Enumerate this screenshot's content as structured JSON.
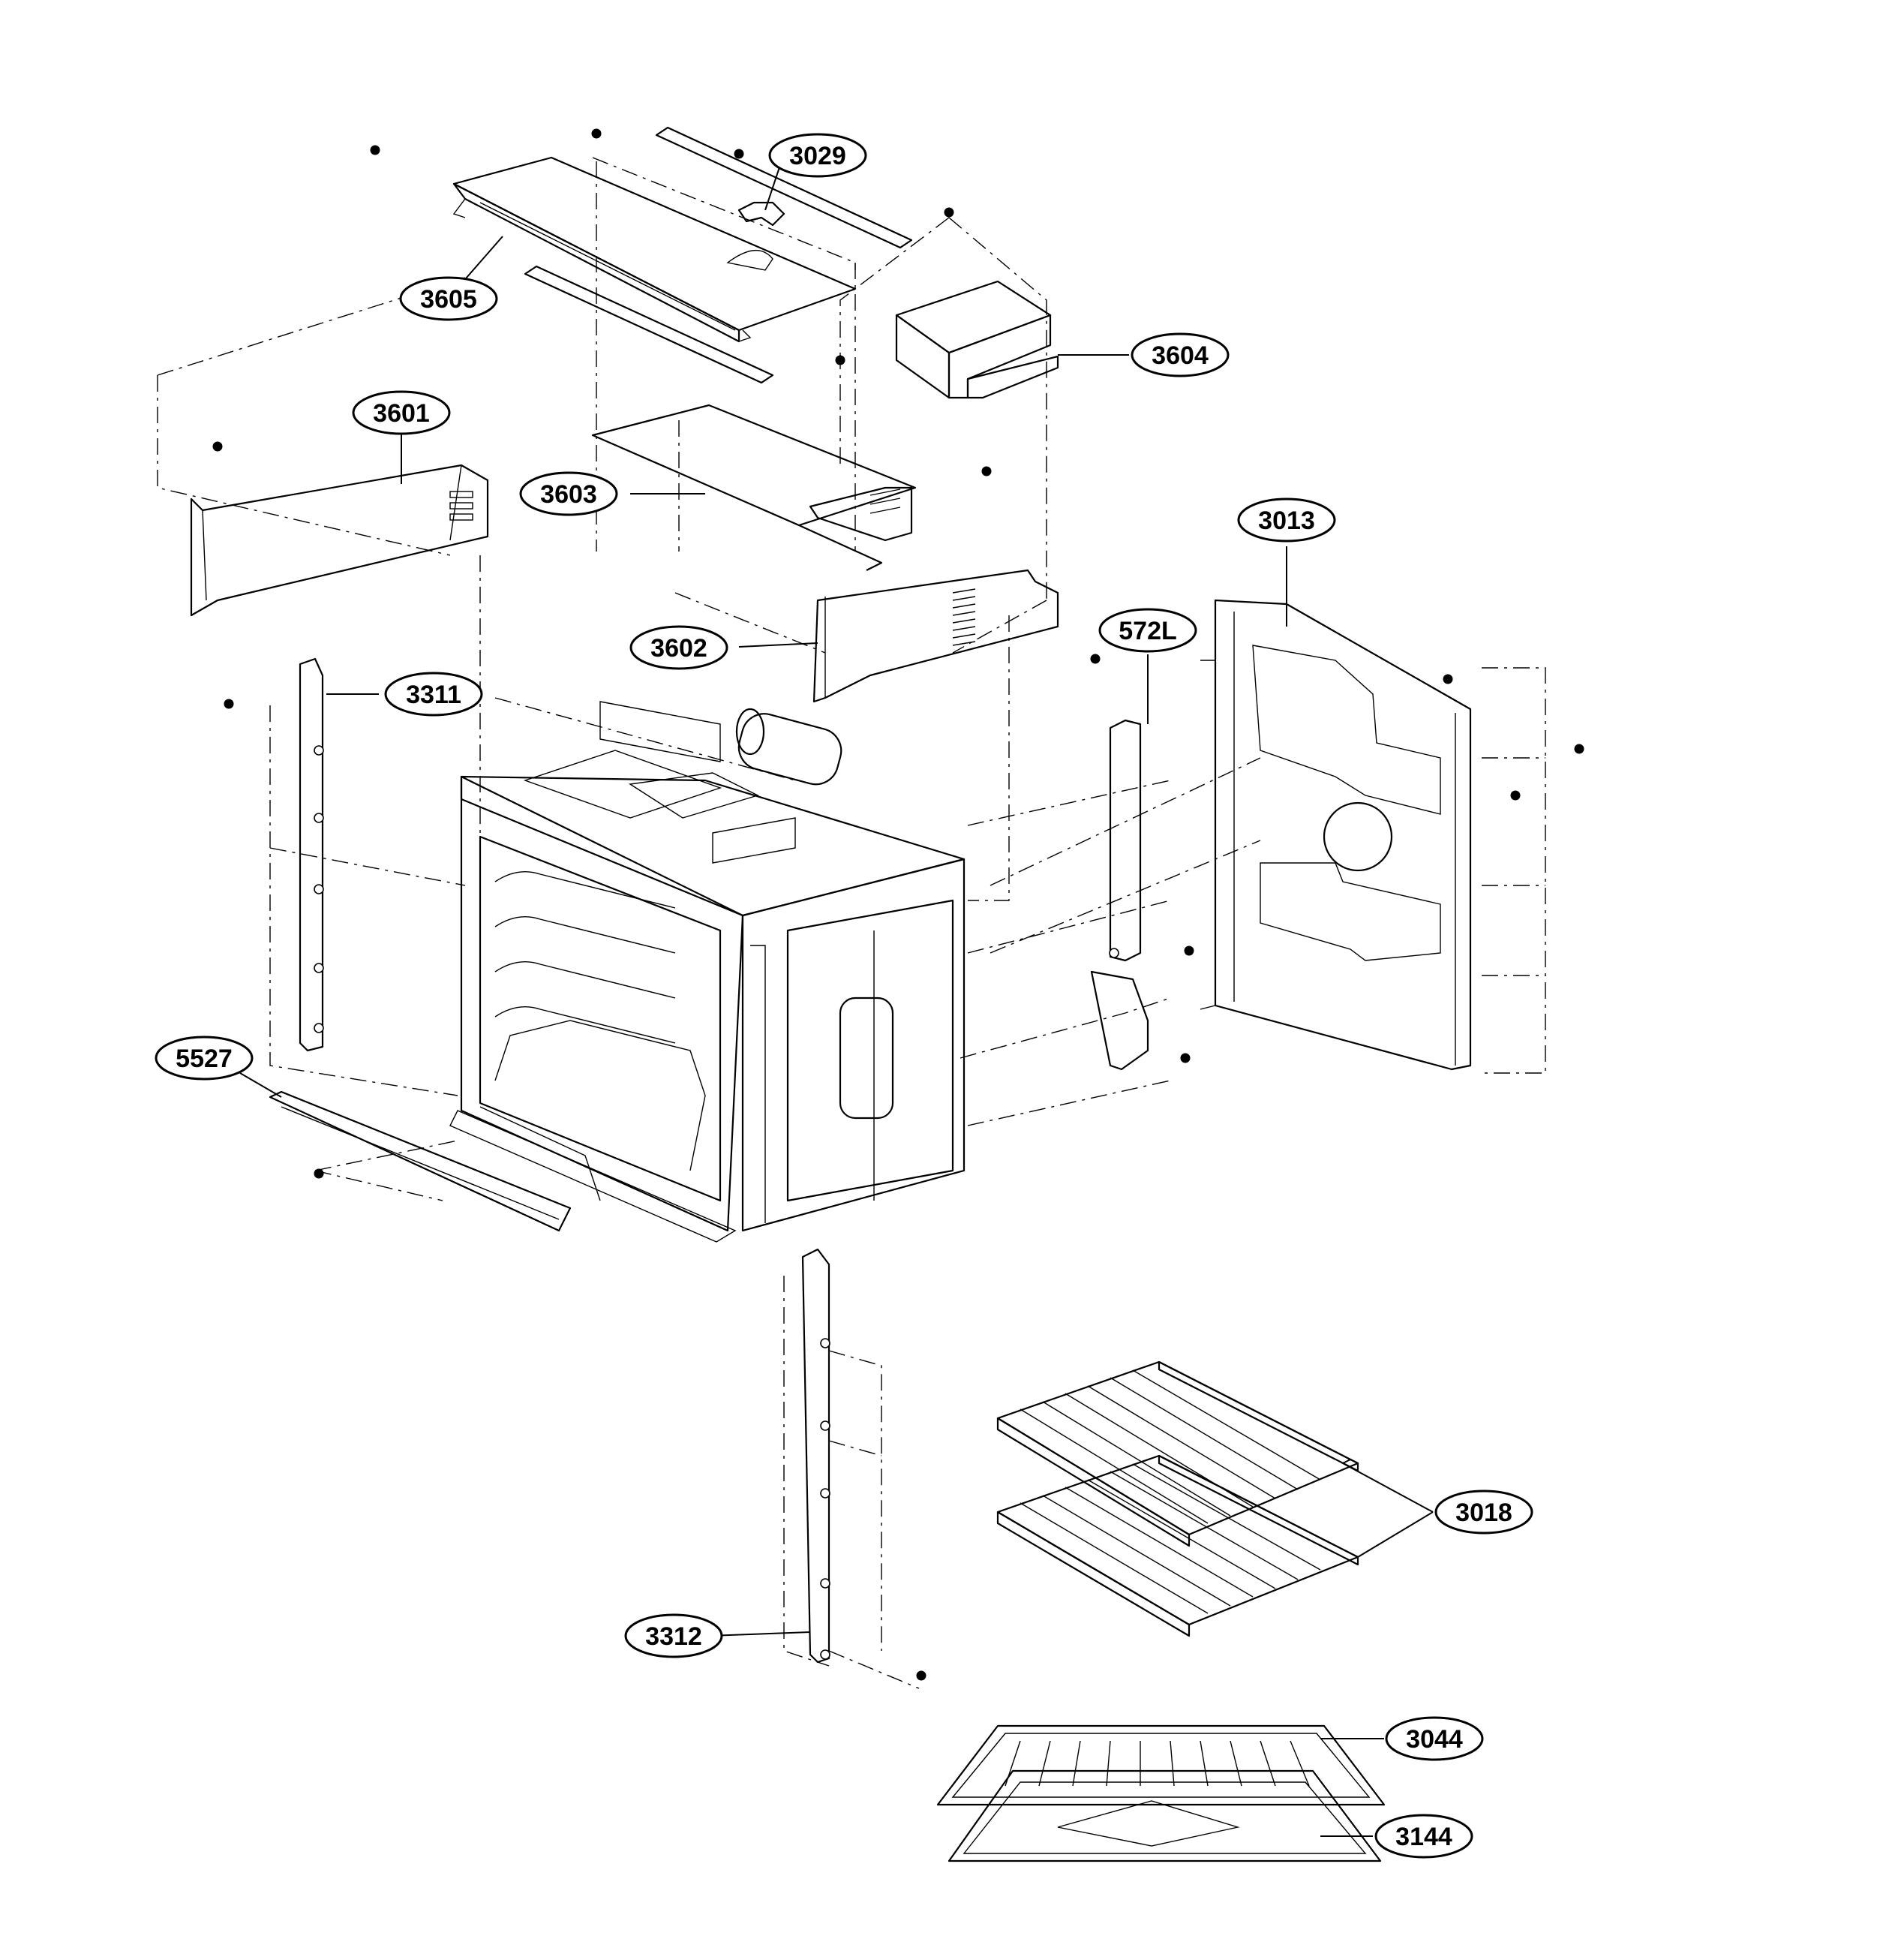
{
  "callouts": [
    {
      "id": "3029",
      "label": "3029"
    },
    {
      "id": "3605",
      "label": "3605"
    },
    {
      "id": "3604",
      "label": "3604"
    },
    {
      "id": "3601",
      "label": "3601"
    },
    {
      "id": "3603",
      "label": "3603"
    },
    {
      "id": "3013",
      "label": "3013"
    },
    {
      "id": "572L",
      "label": "572L"
    },
    {
      "id": "3602",
      "label": "3602"
    },
    {
      "id": "3311",
      "label": "3311"
    },
    {
      "id": "5527",
      "label": "5527"
    },
    {
      "id": "3018",
      "label": "3018"
    },
    {
      "id": "3312",
      "label": "3312"
    },
    {
      "id": "3044",
      "label": "3044"
    },
    {
      "id": "3144",
      "label": "3144"
    }
  ]
}
